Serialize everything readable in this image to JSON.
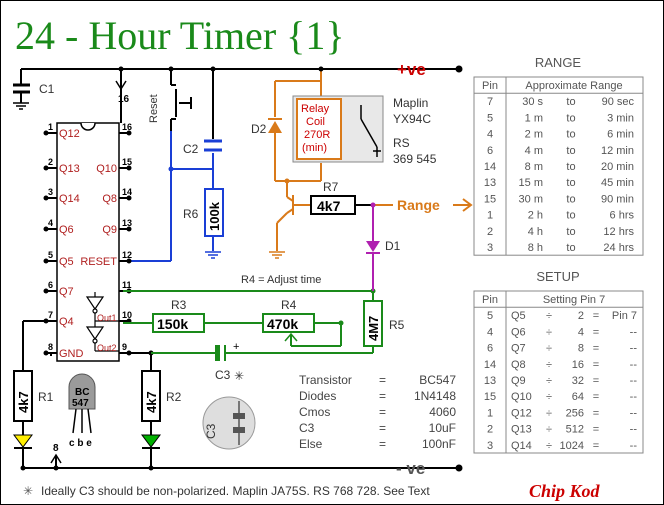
{
  "title": "24 - Hour Timer {1}",
  "colors": {
    "title": "#1a8a1a",
    "wire_black": "#000000",
    "wire_blue": "#1a3fd6",
    "wire_green": "#1a8a1a",
    "wire_orange": "#d97a1a",
    "wire_purple": "#b020b0",
    "red_text": "#cc0000",
    "ic_pin_red": "#b02020",
    "table_text": "#555555",
    "note_text": "#333333",
    "led_yellow": "#ffee00",
    "led_green": "#00b000"
  },
  "rails": {
    "positive": "+ve",
    "negative": "- ve"
  },
  "ic": {
    "left_pins": [
      {
        "num": "1",
        "name": "Q12"
      },
      {
        "num": "2",
        "name": "Q13"
      },
      {
        "num": "3",
        "name": "Q14"
      },
      {
        "num": "4",
        "name": "Q6"
      },
      {
        "num": "5",
        "name": "Q5"
      },
      {
        "num": "6",
        "name": "Q7"
      },
      {
        "num": "7",
        "name": "Q4"
      },
      {
        "num": "8",
        "name": "GND"
      }
    ],
    "right_pins": [
      {
        "num": "16",
        "name": ""
      },
      {
        "num": "15",
        "name": "Q10"
      },
      {
        "num": "14",
        "name": "Q8"
      },
      {
        "num": "13",
        "name": "Q9"
      },
      {
        "num": "12",
        "name": "RESET"
      },
      {
        "num": "11",
        "name": ""
      },
      {
        "num": "10",
        "name": "Out1"
      },
      {
        "num": "9",
        "name": "Out2"
      }
    ]
  },
  "components": {
    "c1": "C1",
    "c2": "C2",
    "c3": "C3",
    "c3_mark": "*",
    "r1": "R1",
    "r1_value": "4k7",
    "r2": "R2",
    "r2_value": "4k7",
    "r3": "R3",
    "r3_value": "150k",
    "r4": "R4",
    "r4_value": "470k",
    "r5": "R5",
    "r5_value": "4M7",
    "r6": "R6",
    "r6_value": "100k",
    "r7": "R7",
    "r7_value": "4k7",
    "d1": "D1",
    "d2": "D2",
    "reset_label": "Reset",
    "relay_lines": [
      "Relay",
      "Coil",
      "270R",
      "(min)"
    ],
    "relay_info": [
      "Maplin",
      "YX94C",
      "RS",
      "369 545"
    ],
    "range_label": "Range",
    "adjust_note": "R4 = Adjust time",
    "pin_16": "16",
    "pin_8": "8",
    "transistor_top": "BC",
    "transistor_bottom": "547",
    "transistor_pins": "c b e"
  },
  "specs": [
    {
      "label": "Transistor",
      "eq": "=",
      "value": "BC547"
    },
    {
      "label": "Diodes",
      "eq": "=",
      "value": "1N4148"
    },
    {
      "label": "Cmos",
      "eq": "=",
      "value": "4060"
    },
    {
      "label": "C3",
      "eq": "=",
      "value": "10uF"
    },
    {
      "label": "Else",
      "eq": "=",
      "value": "100nF"
    }
  ],
  "range_table": {
    "title": "RANGE",
    "headers": [
      "Pin",
      "Approximate Range"
    ],
    "rows": [
      {
        "pin": "7",
        "from": "30 s",
        "to": "to",
        "until": "90 sec"
      },
      {
        "pin": "5",
        "from": "1 m",
        "to": "to",
        "until": "3 min"
      },
      {
        "pin": "4",
        "from": "2 m",
        "to": "to",
        "until": "6 min"
      },
      {
        "pin": "6",
        "from": "4 m",
        "to": "to",
        "until": "12 min"
      },
      {
        "pin": "14",
        "from": "8 m",
        "to": "to",
        "until": "20 min"
      },
      {
        "pin": "13",
        "from": "15 m",
        "to": "to",
        "until": "45 min"
      },
      {
        "pin": "15",
        "from": "30 m",
        "to": "to",
        "until": "90 min"
      },
      {
        "pin": "1",
        "from": "2 h",
        "to": "to",
        "until": "6 hrs"
      },
      {
        "pin": "2",
        "from": "4 h",
        "to": "to",
        "until": "12 hrs"
      },
      {
        "pin": "3",
        "from": "8 h",
        "to": "to",
        "until": "24 hrs"
      }
    ]
  },
  "setup_table": {
    "title": "SETUP",
    "headers": [
      "Pin",
      "Setting Pin 7"
    ],
    "rows": [
      {
        "pin": "5",
        "q": "Q5",
        "div": "÷",
        "n": "2",
        "eq": "=",
        "res": "Pin 7"
      },
      {
        "pin": "4",
        "q": "Q6",
        "div": "÷",
        "n": "4",
        "eq": "=",
        "res": "--"
      },
      {
        "pin": "6",
        "q": "Q7",
        "div": "÷",
        "n": "8",
        "eq": "=",
        "res": "--"
      },
      {
        "pin": "14",
        "q": "Q8",
        "div": "÷",
        "n": "16",
        "eq": "=",
        "res": "--"
      },
      {
        "pin": "13",
        "q": "Q9",
        "div": "÷",
        "n": "32",
        "eq": "=",
        "res": "--"
      },
      {
        "pin": "15",
        "q": "Q10",
        "div": "÷",
        "n": "64",
        "eq": "=",
        "res": "--"
      },
      {
        "pin": "1",
        "q": "Q12",
        "div": "÷",
        "n": "256",
        "eq": "=",
        "res": "--"
      },
      {
        "pin": "2",
        "q": "Q13",
        "div": "÷",
        "n": "512",
        "eq": "=",
        "res": "--"
      },
      {
        "pin": "3",
        "q": "Q14",
        "div": "÷",
        "n": "1024",
        "eq": "=",
        "res": "--"
      }
    ]
  },
  "footnote": "Ideally C3 should be non-polarized. Maplin JA75S. RS 768 728. See Text",
  "footnote_mark": "✳",
  "signature": "Chip Kod"
}
